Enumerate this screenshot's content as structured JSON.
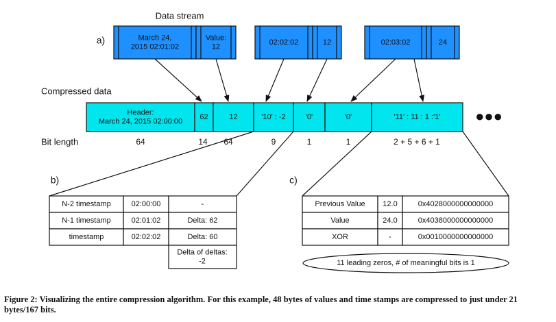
{
  "labels": {
    "data_stream": "Data stream",
    "marker_a": "a)",
    "compressed_data": "Compressed data",
    "bit_length": "Bit length",
    "marker_b": "b)",
    "marker_c": "c)"
  },
  "stream_blocks": [
    {
      "time": [
        "March 24,",
        "2015 02:01:02"
      ],
      "value": [
        "Value:",
        "12"
      ]
    },
    {
      "time": [
        "02:02:02"
      ],
      "value": [
        "12"
      ]
    },
    {
      "time": [
        "02:03:02"
      ],
      "value": [
        "24"
      ]
    }
  ],
  "compressed_cells": [
    {
      "text": [
        "Header:",
        "March 24, 2015 02:00:00"
      ],
      "bits": "64"
    },
    {
      "text": [
        "62"
      ],
      "bits": "14"
    },
    {
      "text": [
        "12"
      ],
      "bits": "64"
    },
    {
      "text": [
        "'10' : -2"
      ],
      "bits": "9"
    },
    {
      "text": [
        "'0'"
      ],
      "bits": "1"
    },
    {
      "text": [
        "'0'"
      ],
      "bits": "1"
    },
    {
      "text": [
        "'11' : 11 : 1 :'1'"
      ],
      "bits": "2 + 5 + 6 + 1"
    }
  ],
  "ellipsis": "●●●",
  "table_b": [
    [
      "N-2 timestamp",
      "02:00:00",
      "-"
    ],
    [
      "N-1 timestamp",
      "02:01:02",
      "Delta: 62"
    ],
    [
      "timestamp",
      "02:02:02",
      "Delta: 60"
    ]
  ],
  "table_b_extra": [
    "Delta of deltas:",
    "-2"
  ],
  "table_c": [
    [
      "Previous Value",
      "12.0",
      "0x4028000000000000"
    ],
    [
      "Value",
      "24.0",
      "0x4038000000000000"
    ],
    [
      "XOR",
      "-",
      "0x0010000000000000"
    ]
  ],
  "note_c": "11 leading zeros, # of meaningful bits is 1",
  "caption": "Figure 2: Visualizing the entire compression algorithm. For this example, 48 bytes of values and time stamps are compressed to just under 21 bytes/167 bits.",
  "colors": {
    "stream_fill": "#1e90ff",
    "compressed_fill": "#00e5ee",
    "line": "#111111"
  }
}
